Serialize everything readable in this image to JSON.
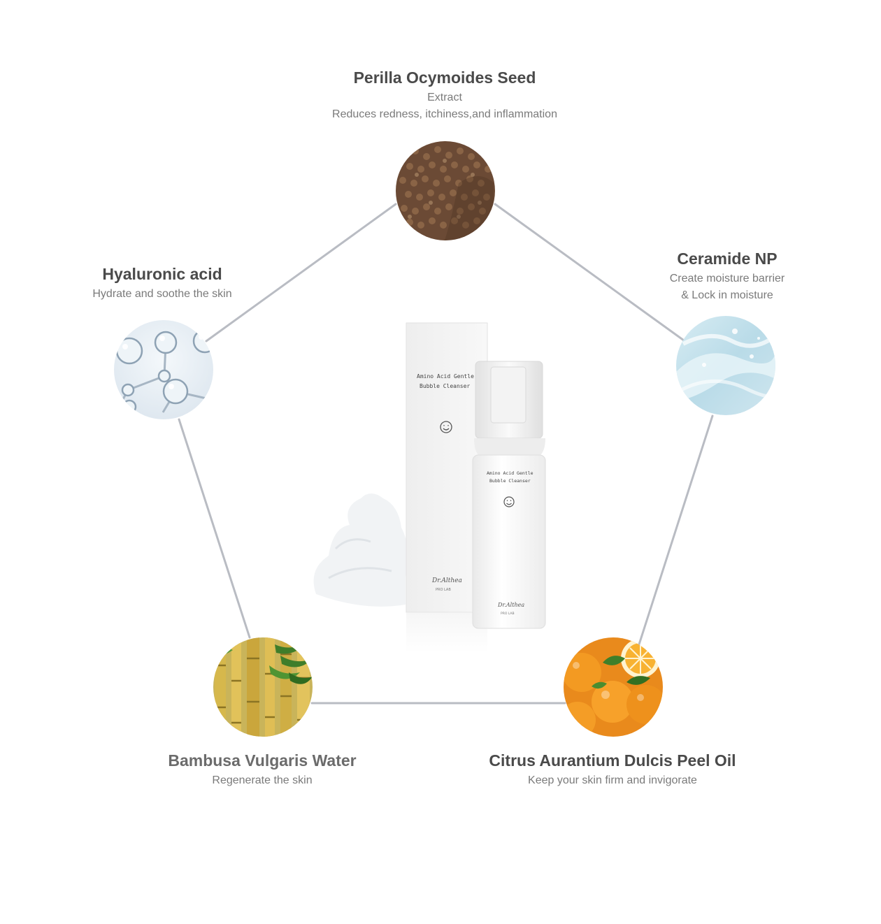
{
  "ingredients": {
    "perilla": {
      "title": "Perilla Ocymoides Seed",
      "line1": "Extract",
      "line2": "Reduces redness, itchiness,and inflammation"
    },
    "hyaluronic": {
      "title": "Hyaluronic acid",
      "line1": "Hydrate and soothe the skin"
    },
    "ceramide": {
      "title": "Ceramide NP",
      "line1": "Create moisture barrier",
      "line2": "& Lock in moisture"
    },
    "bambusa": {
      "title": "Bambusa Vulgaris Water",
      "line1": "Regenerate the skin"
    },
    "citrus": {
      "title": "Citrus Aurantium Dulcis Peel Oil",
      "line1": "Keep your skin firm and invigorate"
    }
  },
  "product": {
    "box_name_line1": "Amino Acid Gentle",
    "box_name_line2": "Bubble Cleanser",
    "bottle_name_line1": "Amino Acid Gentle",
    "bottle_name_line2": "Bubble Cleanser",
    "brand": "Dr.Althea",
    "sub_brand": "PRO LAB"
  },
  "colors": {
    "line": "#b9bcc3",
    "title": "#4a4a4a",
    "desc": "#7a7a7a"
  },
  "icons": {
    "perilla": "seed-pile-icon",
    "hyaluronic": "molecule-icon",
    "ceramide": "gel-splash-icon",
    "bambusa": "bamboo-icon",
    "citrus": "orange-icon",
    "smile": "smile-icon"
  }
}
